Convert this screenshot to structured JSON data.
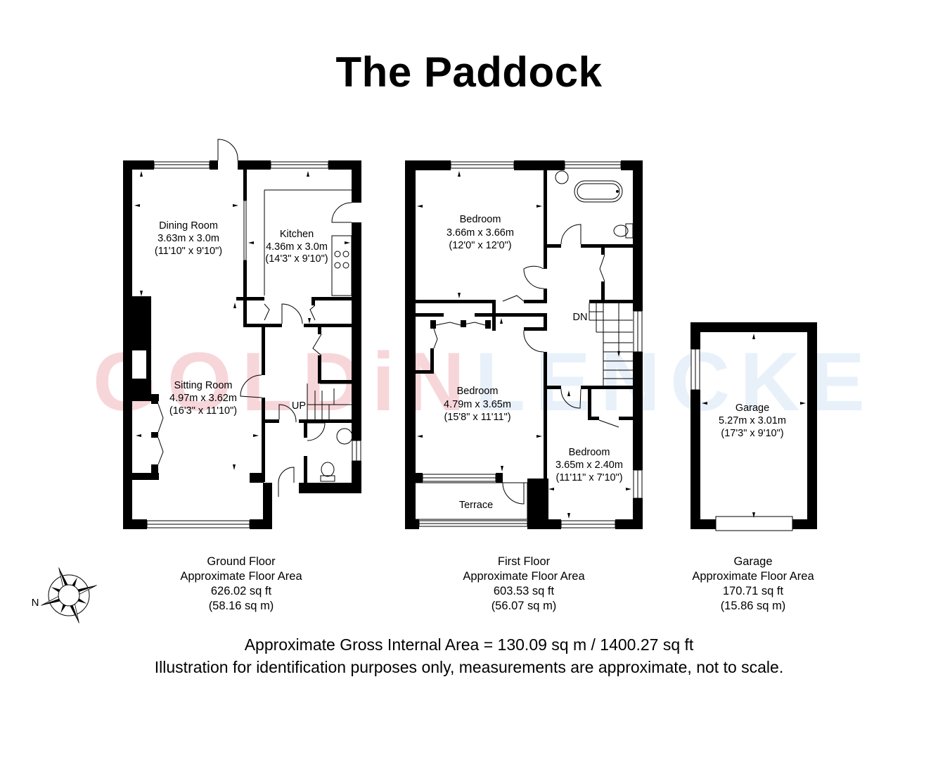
{
  "title": "The Paddock",
  "watermark": {
    "left_text": "GOLDiN",
    "right_text": "LENCKE",
    "left_color": "#f7d6da",
    "right_color": "#e8f1fa"
  },
  "floors": [
    {
      "name": "Ground Floor",
      "area_label": "Approximate Floor Area",
      "sq_ft": "626.02 sq ft",
      "sq_m": "(58.16 sq m)",
      "rooms": [
        {
          "name": "Dining Room",
          "metric": "3.63m x 3.0m",
          "imperial": "(11'10\" x 9'10\")"
        },
        {
          "name": "Kitchen",
          "metric": "4.36m x 3.0m",
          "imperial": "(14'3\" x 9'10\")"
        },
        {
          "name": "Sitting Room",
          "metric": "4.97m x 3.62m",
          "imperial": "(16'3\" x 11'10\")"
        }
      ],
      "stair_label": "UP"
    },
    {
      "name": "First Floor",
      "area_label": "Approximate Floor Area",
      "sq_ft": "603.53 sq ft",
      "sq_m": "(56.07 sq m)",
      "rooms": [
        {
          "name": "Bedroom",
          "metric": "3.66m x 3.66m",
          "imperial": "(12'0\" x 12'0\")"
        },
        {
          "name": "Bedroom",
          "metric": "4.79m x 3.65m",
          "imperial": "(15'8\" x 11'11\")"
        },
        {
          "name": "Bedroom",
          "metric": "3.65m x 2.40m",
          "imperial": "(11'11\" x 7'10\")"
        },
        {
          "name": "Terrace",
          "metric": "",
          "imperial": ""
        }
      ],
      "stair_label": "DN"
    },
    {
      "name": "Garage",
      "area_label": "Approximate Floor Area",
      "sq_ft": "170.71 sq ft",
      "sq_m": "(15.86 sq m)",
      "rooms": [
        {
          "name": "Garage",
          "metric": "5.27m x 3.01m",
          "imperial": "(17'3\" x 9'10\")"
        }
      ]
    }
  ],
  "compass": {
    "label": "N",
    "icon": "compass-rose-icon"
  },
  "footer": {
    "gross_area": "Approximate Gross Internal Area = 130.09 sq m / 1400.27 sq ft",
    "disclaimer": "Illustration for identification purposes only, measurements are approximate, not to scale."
  }
}
